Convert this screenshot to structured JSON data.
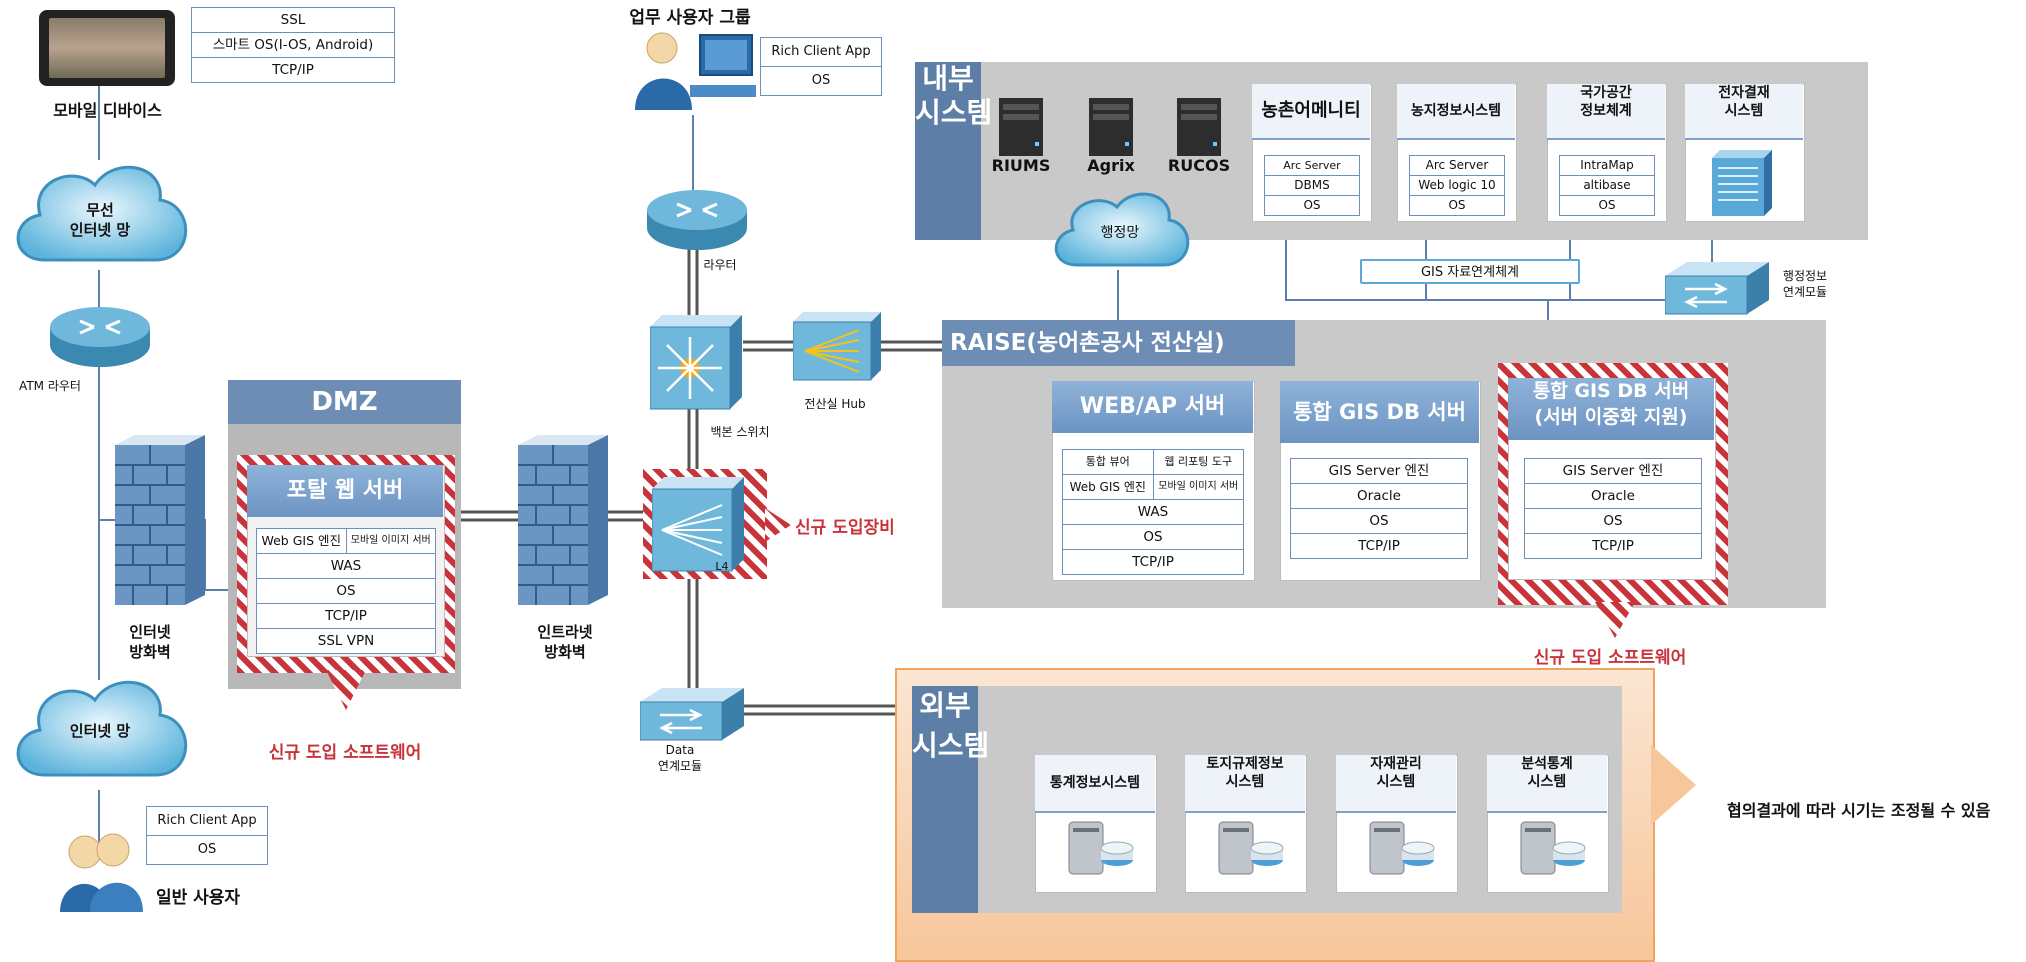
{
  "mobile": {
    "label": "모바일 디바이스",
    "stack": [
      "SSL",
      "스마트 OS(I-OS, Android)",
      "TCP/IP"
    ]
  },
  "wireless_cloud": "무선\n인터넷 망",
  "atm_router": "ATM 라우터",
  "internet_firewall": "인터넷\n방화벽",
  "internet_cloud": "인터넷 망",
  "general_user": {
    "label": "일반 사용자",
    "stack": [
      "Rich Client App",
      "OS"
    ]
  },
  "business_user": {
    "label": "업무 사용자 그룹",
    "stack": [
      "Rich Client App",
      "OS"
    ]
  },
  "router": "라우터",
  "backbone_switch": "백본 스위치",
  "hub": "전산실 Hub",
  "l4": "L4",
  "new_equipment": "신규 도입장비",
  "data_module": "Data\n연계모듈",
  "intranet_firewall": "인트라넷\n방화벽",
  "dmz": {
    "title": "DMZ",
    "server_title": "포탈 웹 서버",
    "row1": [
      "Web GIS 엔진",
      "모바일 이미지 서버"
    ],
    "rows": [
      "WAS",
      "OS",
      "TCP/IP",
      "SSL VPN"
    ],
    "new_software": "신규 도입 소프트웨어"
  },
  "internal": {
    "title": "내부\n시스템",
    "servers": [
      "RIUMS",
      "Agrix",
      "RUCOS"
    ],
    "admin_net": "행정망",
    "systems": [
      {
        "title": "농촌어메니티",
        "stack": [
          "Arc Server",
          "DBMS",
          "OS"
        ]
      },
      {
        "title": "농지정보시스템",
        "stack": [
          "Arc Server",
          "Web logic 10",
          "OS"
        ]
      },
      {
        "title": "국가공간\n정보체계",
        "stack": [
          "IntraMap",
          "altibase",
          "OS"
        ]
      },
      {
        "title": "전자결재\n시스템",
        "stack": []
      }
    ],
    "gis_link": "GIS 자료연계체계",
    "admin_module": "행정정보\n연계모듈"
  },
  "raise": {
    "title": "RAISE(농어촌공사 전산실)",
    "was": {
      "title": "WEB/AP 서버",
      "row1": [
        "통합 뷰어",
        "웹 리포팅 도구"
      ],
      "row2": [
        "Web GIS 엔진",
        "모바일 이미지 서버"
      ],
      "rows": [
        "WAS",
        "OS",
        "TCP/IP"
      ]
    },
    "db1": {
      "title": "통합 GIS DB 서버",
      "rows": [
        "GIS Server 엔진",
        "Oracle",
        "OS",
        "TCP/IP"
      ]
    },
    "db2": {
      "title": "통합 GIS DB 서버\n(서버 이중화 지원)",
      "rows": [
        "GIS Server 엔진",
        "Oracle",
        "OS",
        "TCP/IP"
      ]
    },
    "new_software": "신규 도입 소프트웨어"
  },
  "external": {
    "title": "외부\n시스템",
    "systems": [
      "통계정보시스템",
      "토지규제정보\n시스템",
      "자재관리\n시스템",
      "분석통계\n시스템"
    ],
    "note": "협의결과에 따라 시기는 조정될 수 있음"
  },
  "colors": {
    "accent": "#5d7ea6",
    "new": "#c8343a",
    "panel": "#c9c9c9",
    "orange": "#fbd7b6"
  }
}
